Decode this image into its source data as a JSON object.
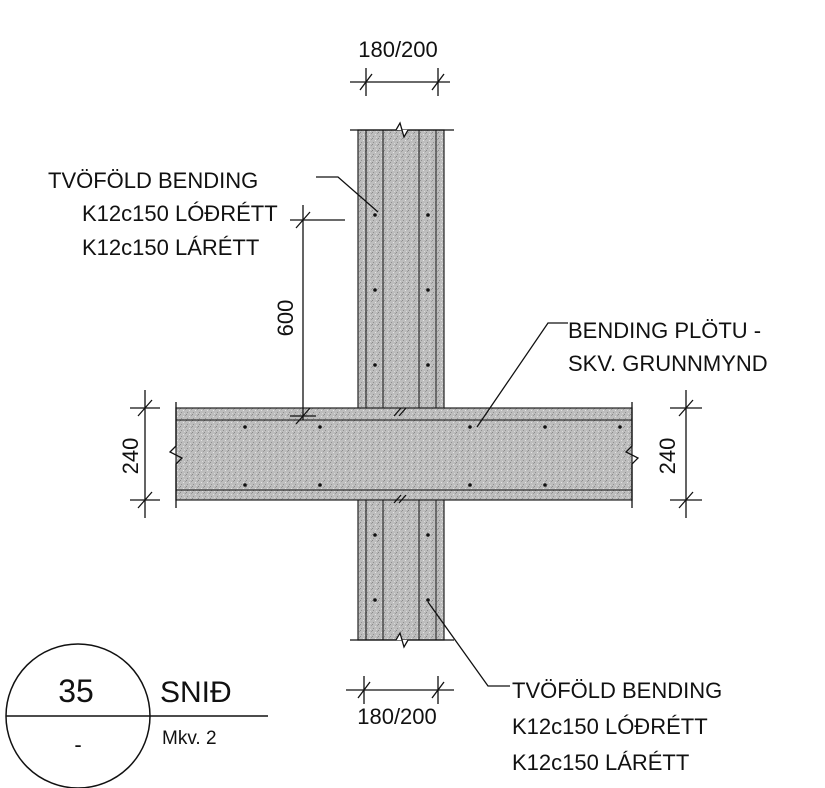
{
  "dims": {
    "top": "180/200",
    "bottom": "180/200",
    "left": "240",
    "right": "240",
    "vertical": "600"
  },
  "notes": {
    "upper": [
      "TVÖFÖLD BENDING",
      "K12c150 LÓÐRÉTT",
      "K12c150 LÁRÉTT"
    ],
    "slab": [
      "BENDING PLÖTU -",
      "SKV. GRUNNMYND"
    ],
    "lower": [
      "TVÖFÖLD BENDING",
      "K12c150 LÓÐRÉTT",
      "K12c150 LÁRÉTT"
    ]
  },
  "title": {
    "number": "35",
    "sheet": "-",
    "name": "SNIÐ",
    "scale": "Mkv. 2"
  }
}
